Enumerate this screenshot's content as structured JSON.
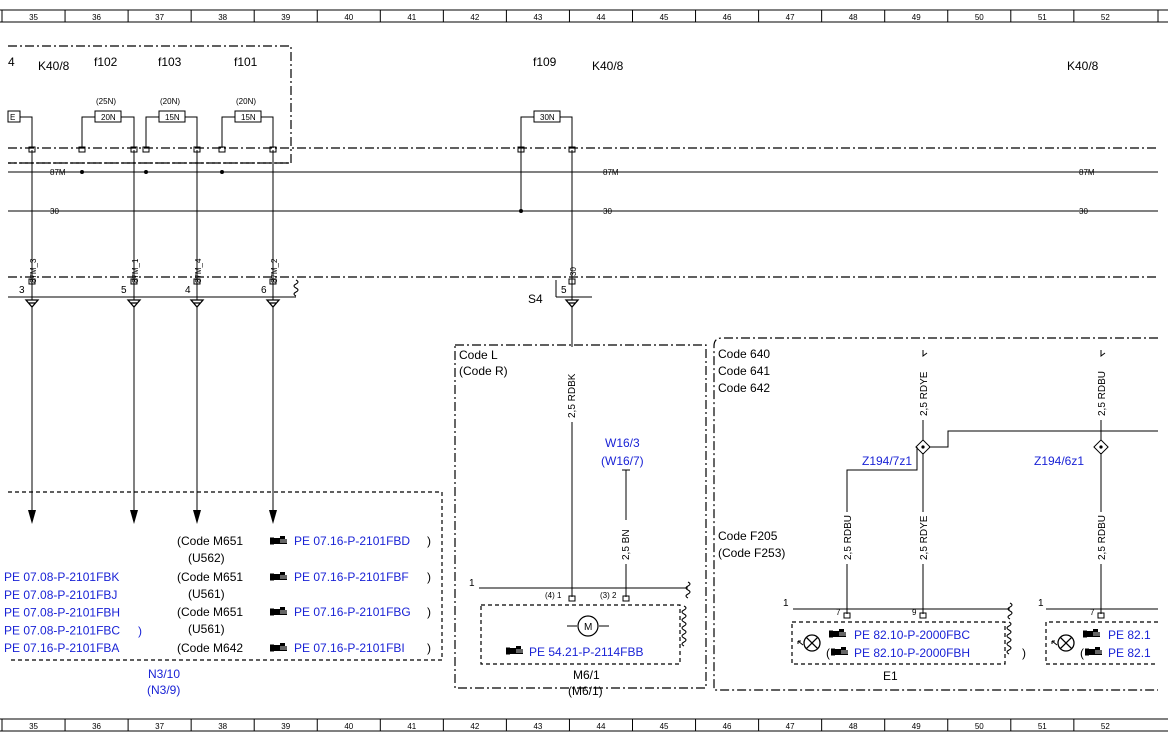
{
  "grid": {
    "numbers": [
      "35",
      "36",
      "37",
      "38",
      "39",
      "40",
      "41",
      "42",
      "43",
      "44",
      "45",
      "46",
      "47",
      "48",
      "49",
      "50",
      "51",
      "52"
    ]
  },
  "top": {
    "left_module": "K40/8",
    "left_partial": "4",
    "f102": "f102",
    "f103": "f103",
    "f101": "f101",
    "f109": "f109",
    "mid_module": "K40/8",
    "right_module": "K40/8",
    "r25": "(25N)",
    "r20a": "(20N)",
    "r20b": "(20N)",
    "v20": "20N",
    "v15a": "15N",
    "v15b": "15N",
    "v30": "30N",
    "left_fuse_partial": "E"
  },
  "bus": {
    "l87": "87M",
    "l30": "30"
  },
  "wires": {
    "w1": "87M_3",
    "w2": "87M_1",
    "w3": "87M_4",
    "w4": "87M_2",
    "w5": "30"
  },
  "pins": {
    "p1": "3",
    "p2": "5",
    "p3": "4",
    "p4": "6",
    "p5": "5"
  },
  "s4": "S4",
  "codes_mid": {
    "a": "Code L",
    "b": "(Code R)"
  },
  "codes_right": {
    "a": "Code 640",
    "b": "Code 641",
    "c": "Code 642"
  },
  "wire_labels": {
    "rdbk": "2,5 RDBK",
    "rdye": "2,5 RDYE",
    "rdbu": "2,5 RDBU",
    "bn": "2,5 BN",
    "rdbu2": "2,5 RDBU",
    "rdye2": "2,5 RDYE",
    "rdbu3": "2,5 RDBU"
  },
  "w16": {
    "a": "W16/3",
    "b": "(W16/7)"
  },
  "z194": {
    "a": "Z194/7z1",
    "b": "Z194/6z1"
  },
  "code_f": {
    "a": "Code F205",
    "b": "(Code F253)"
  },
  "left_refs": [
    "PE 07.08-P-2101FBK",
    "PE 07.08-P-2101FBJ",
    "PE 07.08-P-2101FBH",
    "PE 07.08-P-2101FBC",
    "PE 07.16-P-2101FBA"
  ],
  "left_refs_close": ")",
  "left_codes": [
    {
      "code": "(Code M651",
      "sub": "(U562)",
      "ref": "PE 07.16-P-2101FBD",
      "close": ")"
    },
    {
      "code": "(Code M651",
      "sub": "(U561)",
      "ref": "PE 07.16-P-2101FBF",
      "close": ")"
    },
    {
      "code": "(Code M651",
      "sub": "(U561)",
      "ref": "PE 07.16-P-2101FBG",
      "close": ")"
    },
    {
      "code": "(Code M642",
      "ref": "PE 07.16-P-2101FBI",
      "close": ")"
    }
  ],
  "n3": {
    "a": "N3/10",
    "b": "(N3/9)"
  },
  "motor": {
    "pin1": "(4) 1",
    "pin2": "(3) 2",
    "one": "1",
    "ref": "PE 54.21-P-2114FBB",
    "label": "M6/1",
    "label2": "(M6/1)",
    "sym": "M"
  },
  "e1": {
    "one": "1",
    "pin7": "7",
    "pin9": "9",
    "ref1": "PE 82.10-P-2000FBC",
    "ref2": "PE 82.10-P-2000FBH",
    "open": "(",
    "close": ")",
    "label": "E1"
  },
  "e2": {
    "one": "1",
    "pin7": "7",
    "ref1": "PE 82.1",
    "ref2": "PE 82.1",
    "open": "("
  },
  "icons": {
    "ref_icon": "pointing-hand-icon",
    "motor_icon": "motor-icon",
    "lamp_icon": "lamp-icon",
    "ground_icon": "ground-icon",
    "arrow_icon": "arrow-down-icon"
  },
  "colors": {
    "link": "#1a23d6",
    "line": "#000000"
  }
}
